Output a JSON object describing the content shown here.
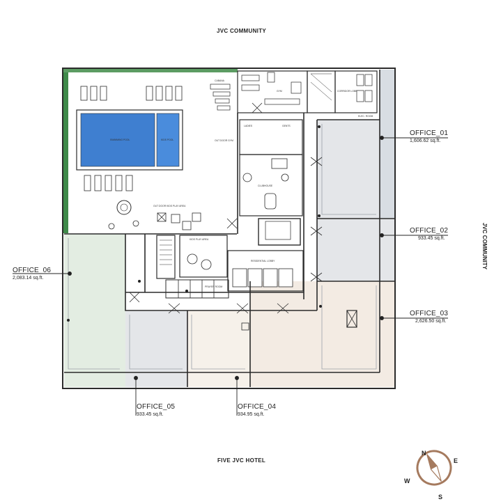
{
  "streets": {
    "north": "JVC COMMUNITY",
    "east": "JVC COMMUNITY",
    "south": "FIVE JVC HOTEL"
  },
  "offices": [
    {
      "name": "OFFICE_01",
      "area": "1,606.62 sq.ft."
    },
    {
      "name": "OFFICE_02",
      "area": "933.45 sq.ft."
    },
    {
      "name": "OFFICE_03",
      "area": "2,626.50 sq.ft."
    },
    {
      "name": "OFFICE_04",
      "area": "934.95 sq.ft."
    },
    {
      "name": "OFFICE_05",
      "area": "933.45 sq.ft."
    },
    {
      "name": "OFFICE_06",
      "area": "2,083.14 sq.ft."
    }
  ],
  "rooms": {
    "swimming_pool": "SWIMMING POOL",
    "kids_pool": "KIDS POOL",
    "gym": "GYM",
    "cabana": "CABANA",
    "outdoor_gym": "OUT DOOR GYM",
    "clubhouse": "CLUBHOUSE",
    "kids_play_outdoor": "OUT DOOR KIDS PLAY AREA",
    "kids_play_indoor": "KIDS PLAY AREA",
    "residential_lobby": "RESIDENTIAL LOBBY",
    "elec_room": "ELEC. ROOM",
    "corridor": "CORRIDOR LOBBY",
    "ladies_room": "LADIES",
    "gents_room": "GENTS",
    "prayer_room": "PRAYER ROOM"
  },
  "compass": {
    "n": "N",
    "e": "E",
    "s": "S",
    "w": "W"
  },
  "colors": {
    "wall": "#2b2b2b",
    "office_green": "#e3ede2",
    "office_grey": "#e4e6e9",
    "office_beige": "#f3ebe3",
    "landscape": "#3f8a4a",
    "pool_blue": "#3f7fd0",
    "compass_ring": "#a57a5e"
  }
}
